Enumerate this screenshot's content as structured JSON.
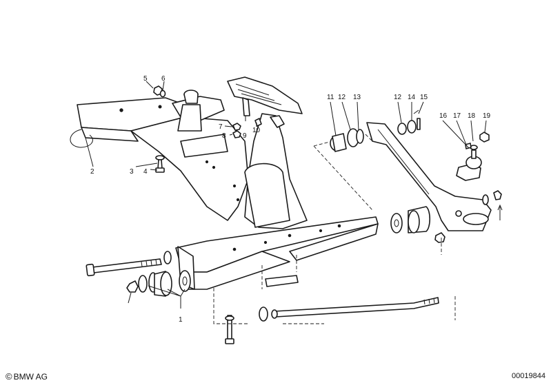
{
  "diagram": {
    "callouts": [
      {
        "id": "1",
        "label": "1"
      },
      {
        "id": "2",
        "label": "2"
      },
      {
        "id": "3",
        "label": "3"
      },
      {
        "id": "4",
        "label": "4"
      },
      {
        "id": "5",
        "label": "5"
      },
      {
        "id": "6",
        "label": "6"
      },
      {
        "id": "7",
        "label": "7"
      },
      {
        "id": "8",
        "label": "8"
      },
      {
        "id": "9",
        "label": "9"
      },
      {
        "id": "10",
        "label": "10"
      },
      {
        "id": "11",
        "label": "11"
      },
      {
        "id": "12a",
        "label": "12"
      },
      {
        "id": "13",
        "label": "13"
      },
      {
        "id": "12b",
        "label": "12"
      },
      {
        "id": "14",
        "label": "14"
      },
      {
        "id": "15",
        "label": "15"
      },
      {
        "id": "16",
        "label": "16"
      },
      {
        "id": "17",
        "label": "17"
      },
      {
        "id": "18",
        "label": "18"
      },
      {
        "id": "19",
        "label": "19"
      }
    ]
  },
  "footer": {
    "copyright_symbol": "©",
    "brand": "BMW AG",
    "drawing_number": "00019844"
  },
  "colors": {
    "ink": "#1a1a1a",
    "paper": "#ffffff"
  }
}
